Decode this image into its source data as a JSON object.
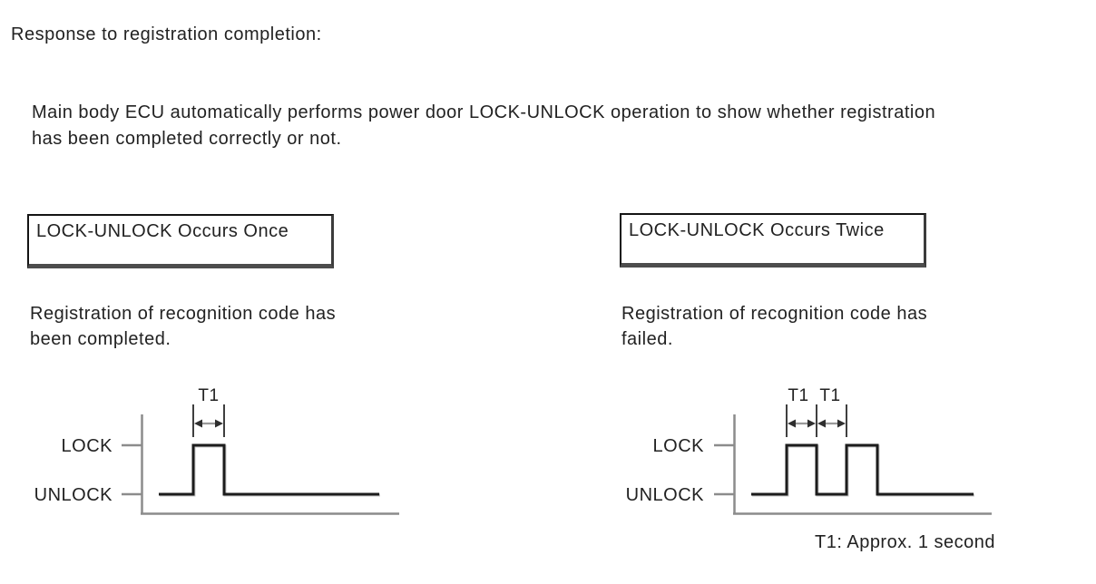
{
  "page": {
    "title": "Response to registration completion:",
    "description": [
      "Main body ECU automatically performs power door LOCK-UNLOCK operation to show whether registration",
      "has been completed correctly or not."
    ],
    "note": "T1: Approx. 1 second"
  },
  "columns": [
    {
      "heading": "LOCK-UNLOCK Occurs Once",
      "result": [
        "Registration of recognition code has",
        "been completed."
      ],
      "diagram": {
        "high_label": "LOCK",
        "low_label": "UNLOCK",
        "pulses": 1,
        "interval_labels": [
          "T1"
        ],
        "interval_meaning": "pulse width"
      }
    },
    {
      "heading": "LOCK-UNLOCK Occurs Twice",
      "result": [
        "Registration of recognition code has",
        "failed."
      ],
      "diagram": {
        "high_label": "LOCK",
        "low_label": "UNLOCK",
        "pulses": 2,
        "interval_labels": [
          "T1",
          "T1"
        ],
        "interval_meaning": "pulse width and gap width"
      }
    }
  ],
  "timing": {
    "t1_definition": "T1: Approx. 1 second"
  },
  "colors": {
    "background": "#ffffff",
    "text": "#222222",
    "axis_gray": "#8c8c8c",
    "waveform_black": "#1c1c1c",
    "box_border": "#141414"
  }
}
